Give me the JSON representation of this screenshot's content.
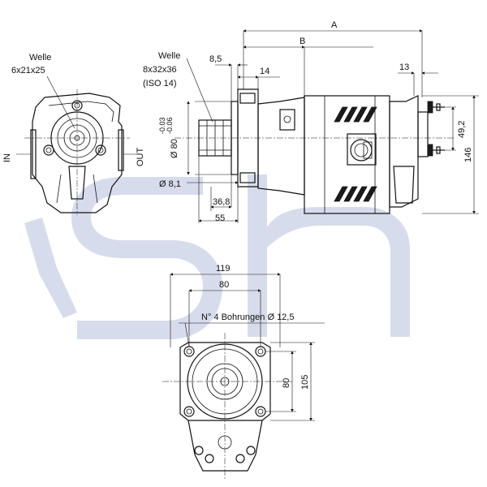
{
  "colors": {
    "line": "#111111",
    "watermark": "#c9d0e6",
    "background": "#ffffff"
  },
  "left_view": {
    "shaft_label_line1": "Welle",
    "shaft_label_line2": "6x21x25",
    "port_in": "IN",
    "port_out": "OUT"
  },
  "side_view": {
    "shaft_label_line1": "Welle",
    "shaft_label_line2": "8x32x36",
    "shaft_label_line3": "(ISO 14)",
    "dim_A": "A",
    "dim_B": "B",
    "dim_8_5": "8,5",
    "dim_14": "14",
    "dim_13": "13",
    "dim_49_2": "49,2",
    "dim_146": "146",
    "dim_dia80": "Ø 80",
    "tol_upper": "-0.03",
    "tol_lower": "-0.06",
    "dim_dia8_1": "Ø 8,1",
    "dim_36_8": "36,8",
    "dim_55": "55"
  },
  "flange_view": {
    "dim_119": "119",
    "dim_80_h": "80",
    "holes_note": "N° 4 Bohrungen  Ø 12,5",
    "dim_80_v": "80",
    "dim_105": "105"
  },
  "watermark_logo": "SH"
}
